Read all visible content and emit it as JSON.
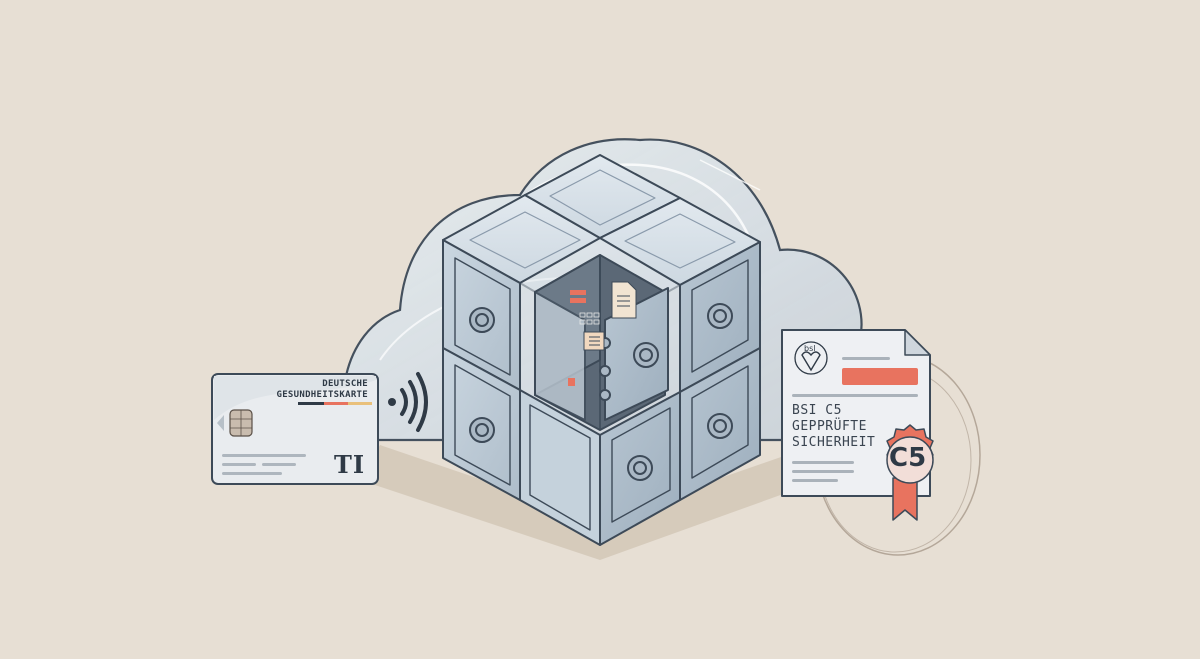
{
  "scene": {
    "description": "Isometric illustration of a glass cloud containing a 2x2x2 stack of safes, one open with documents; a German health card with NFC waves on the left and a BSI C5 certificate with seal on the right",
    "colors": {
      "background": "#e7dfd4",
      "outline": "#3d4a58",
      "glass": "#c9d5df",
      "safe_face": "#b9c7d3",
      "accent_red": "#e8735f",
      "accent_yellow": "#e9c07a",
      "paper": "#f3f4f6"
    }
  },
  "health_card": {
    "title_line1": "DEUTSCHE",
    "title_line2": "GESUNDHEITSKARTE",
    "stripe_colors": [
      "#2f3a46",
      "#e8735f",
      "#e9c07a"
    ],
    "logo": "TI",
    "chip_icon": "chip-icon",
    "nfc_icon": "contactless-icon"
  },
  "certificate": {
    "issuer_logo": "bsl",
    "line1": "BSI C5",
    "line2": "GEPPRÜFTE",
    "line3": "SICHERHEIT",
    "seal_label": "C5",
    "seal_icon": "rosette-ribbon-icon"
  },
  "vault": {
    "safes_count": 8,
    "open_safe_contents": [
      "document-icon",
      "checklist-icon",
      "keypad-icon",
      "red-tag-icon"
    ]
  }
}
